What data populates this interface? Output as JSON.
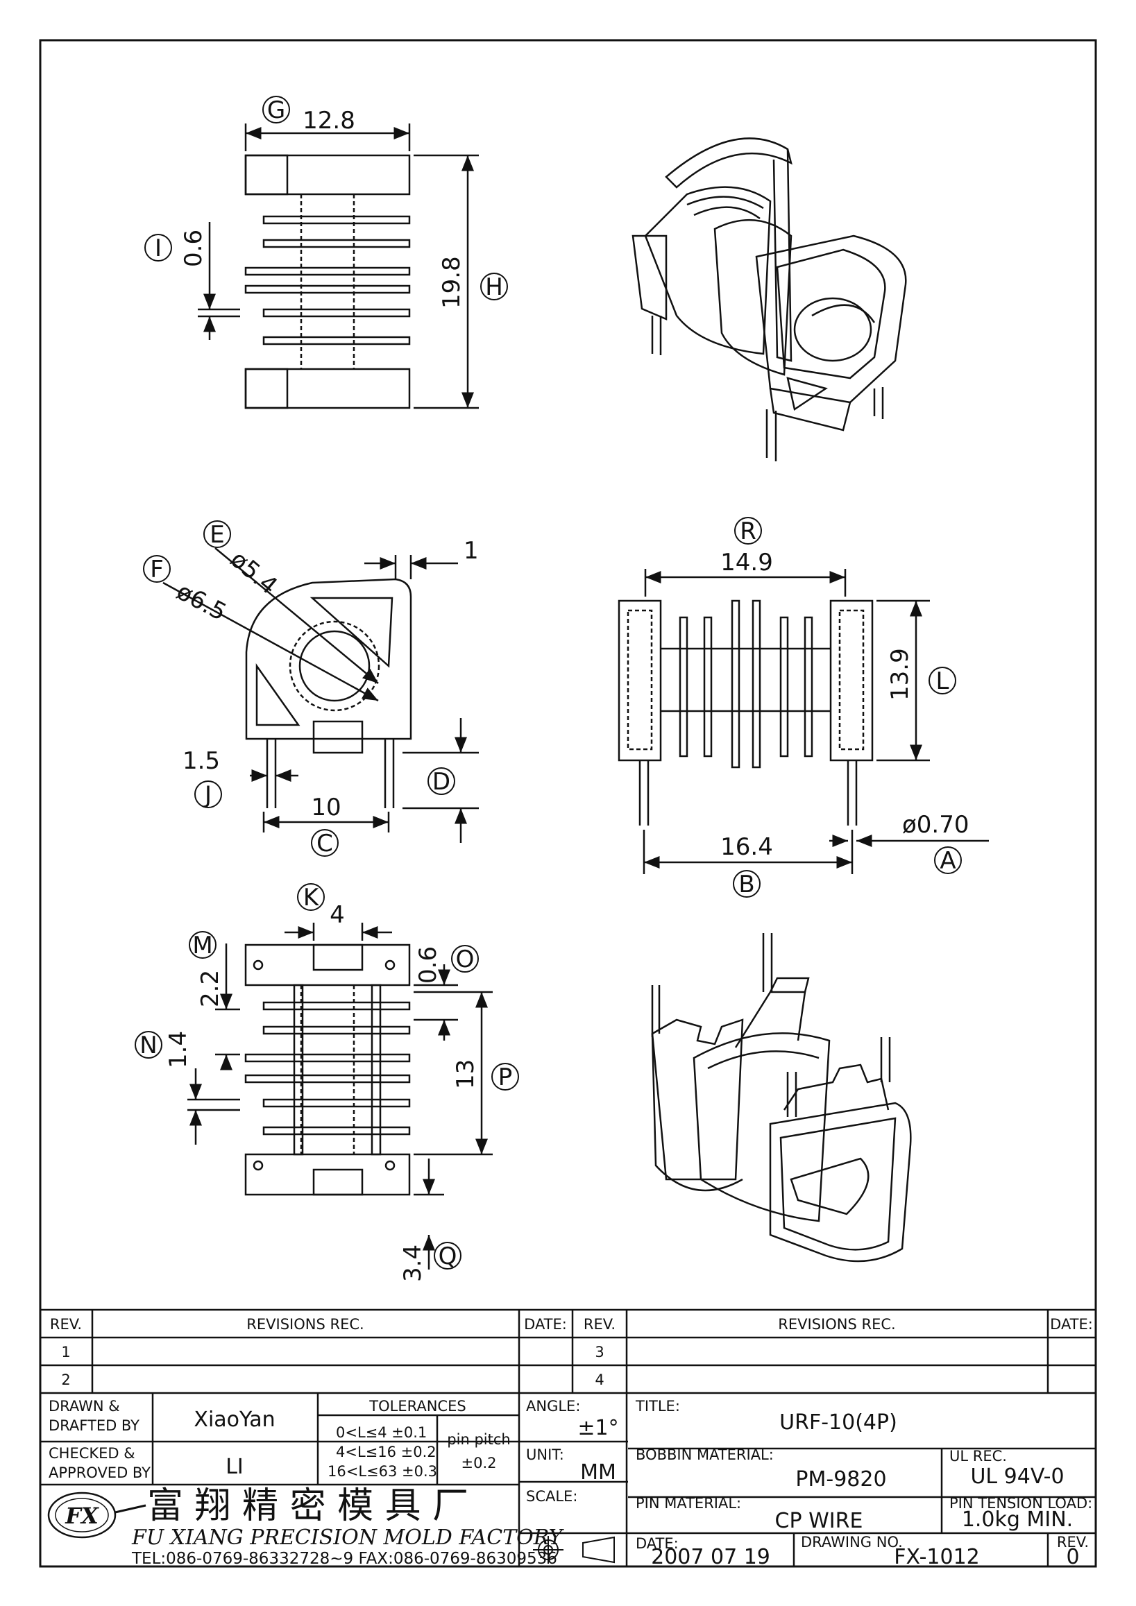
{
  "dimensions": {
    "top_view": {
      "width_label": "G",
      "width_value": "12.8",
      "flange_label": "I",
      "flange_value": "0.6",
      "height_label": "H",
      "height_value": "19.8"
    },
    "end_view": {
      "outer_dia_label": "F",
      "outer_dia_value": "ø6.5",
      "inner_dia_label": "E",
      "inner_dia_value": "ø5.4",
      "offset_value": "1",
      "pin_width_label": "J",
      "pin_width_value": "1.5",
      "pin_span_label": "C",
      "pin_span_value": "10",
      "pin_height_label": "D"
    },
    "side_view": {
      "length_label": "R",
      "length_value": "14.9",
      "height_label": "L",
      "height_value": "13.9",
      "pin_dia_label": "A",
      "pin_dia_value": "ø0.70",
      "pin_span_label": "B",
      "pin_span_value": "16.4"
    },
    "bottom_view": {
      "slot_label": "K",
      "slot_value": "4",
      "m_label": "M",
      "m_value": "2.2",
      "n_label": "N",
      "n_value": "1.4",
      "o_label": "O",
      "o_value": "0.6",
      "p_label": "P",
      "p_value": "13",
      "q_label": "Q",
      "q_value": "3.4"
    }
  },
  "title_block": {
    "rev_header": "REV.",
    "revisions_header": "REVISIONS   REC.",
    "date_header": "DATE:",
    "rev_rows": [
      "1",
      "2"
    ],
    "rev_rows_right": [
      "3",
      "4"
    ],
    "drawn_label": "DRAWN &\nDRAFTED BY",
    "drawn_value": "XiaoYan",
    "checked_label": "CHECKED &\nAPPROVED BY",
    "checked_value": "LI",
    "tolerances_header": "TOLERANCES",
    "tolerance_rows": [
      "0<L≤4   ±0.1",
      "4<L≤16  ±0.2",
      "16<L≤63  ±0.3"
    ],
    "pin_pitch_label": "pin pitch",
    "pin_pitch_value": "±0.2",
    "angle_label": "ANGLE:",
    "angle_value": "±1°",
    "unit_label": "UNIT:",
    "unit_value": "MM",
    "scale_label": "SCALE:",
    "title_label": "TITLE:",
    "title_value": "URF-10(4P)",
    "bobbin_material_label": "BOBBIN MATERIAL:",
    "bobbin_material_value": "PM-9820",
    "ul_rec_label": "UL REC.",
    "ul_rec_value": "UL 94V-0",
    "pin_material_label": "PIN MATERIAL:",
    "pin_material_value": "CP WIRE",
    "pin_tension_label": "PIN TENSION LOAD:",
    "pin_tension_value": "1.0kg MIN.",
    "date_label": "DATE:",
    "date_value": "2007 07 19",
    "drawing_no_label": "DRAWING NO.",
    "drawing_no_value": "FX-1012",
    "rev_label": "REV.",
    "rev_value": "0"
  },
  "company": {
    "logo_text": "FX",
    "name_cn": "富 翔 精 密 模 具 厂",
    "name_en": "FU XIANG PRECISION MOLD FACTORY",
    "contact": "TEL:086-0769-86332728~9  FAX:086-0769-86309536"
  }
}
